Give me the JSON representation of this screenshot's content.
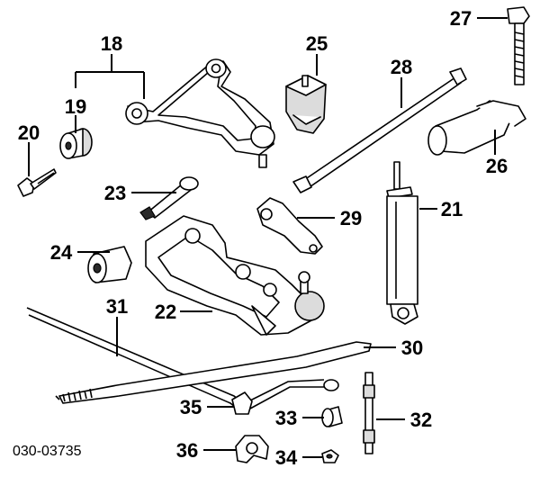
{
  "diagram": {
    "code": "030-03735",
    "callouts": {
      "c18": "18",
      "c19": "19",
      "c20": "20",
      "c21": "21",
      "c22": "22",
      "c23": "23",
      "c24": "24",
      "c25": "25",
      "c26": "26",
      "c27": "27",
      "c28": "28",
      "c29": "29",
      "c30": "30",
      "c31": "31",
      "c32": "32",
      "c33": "33",
      "c34": "34",
      "c35": "35",
      "c36": "36"
    }
  }
}
